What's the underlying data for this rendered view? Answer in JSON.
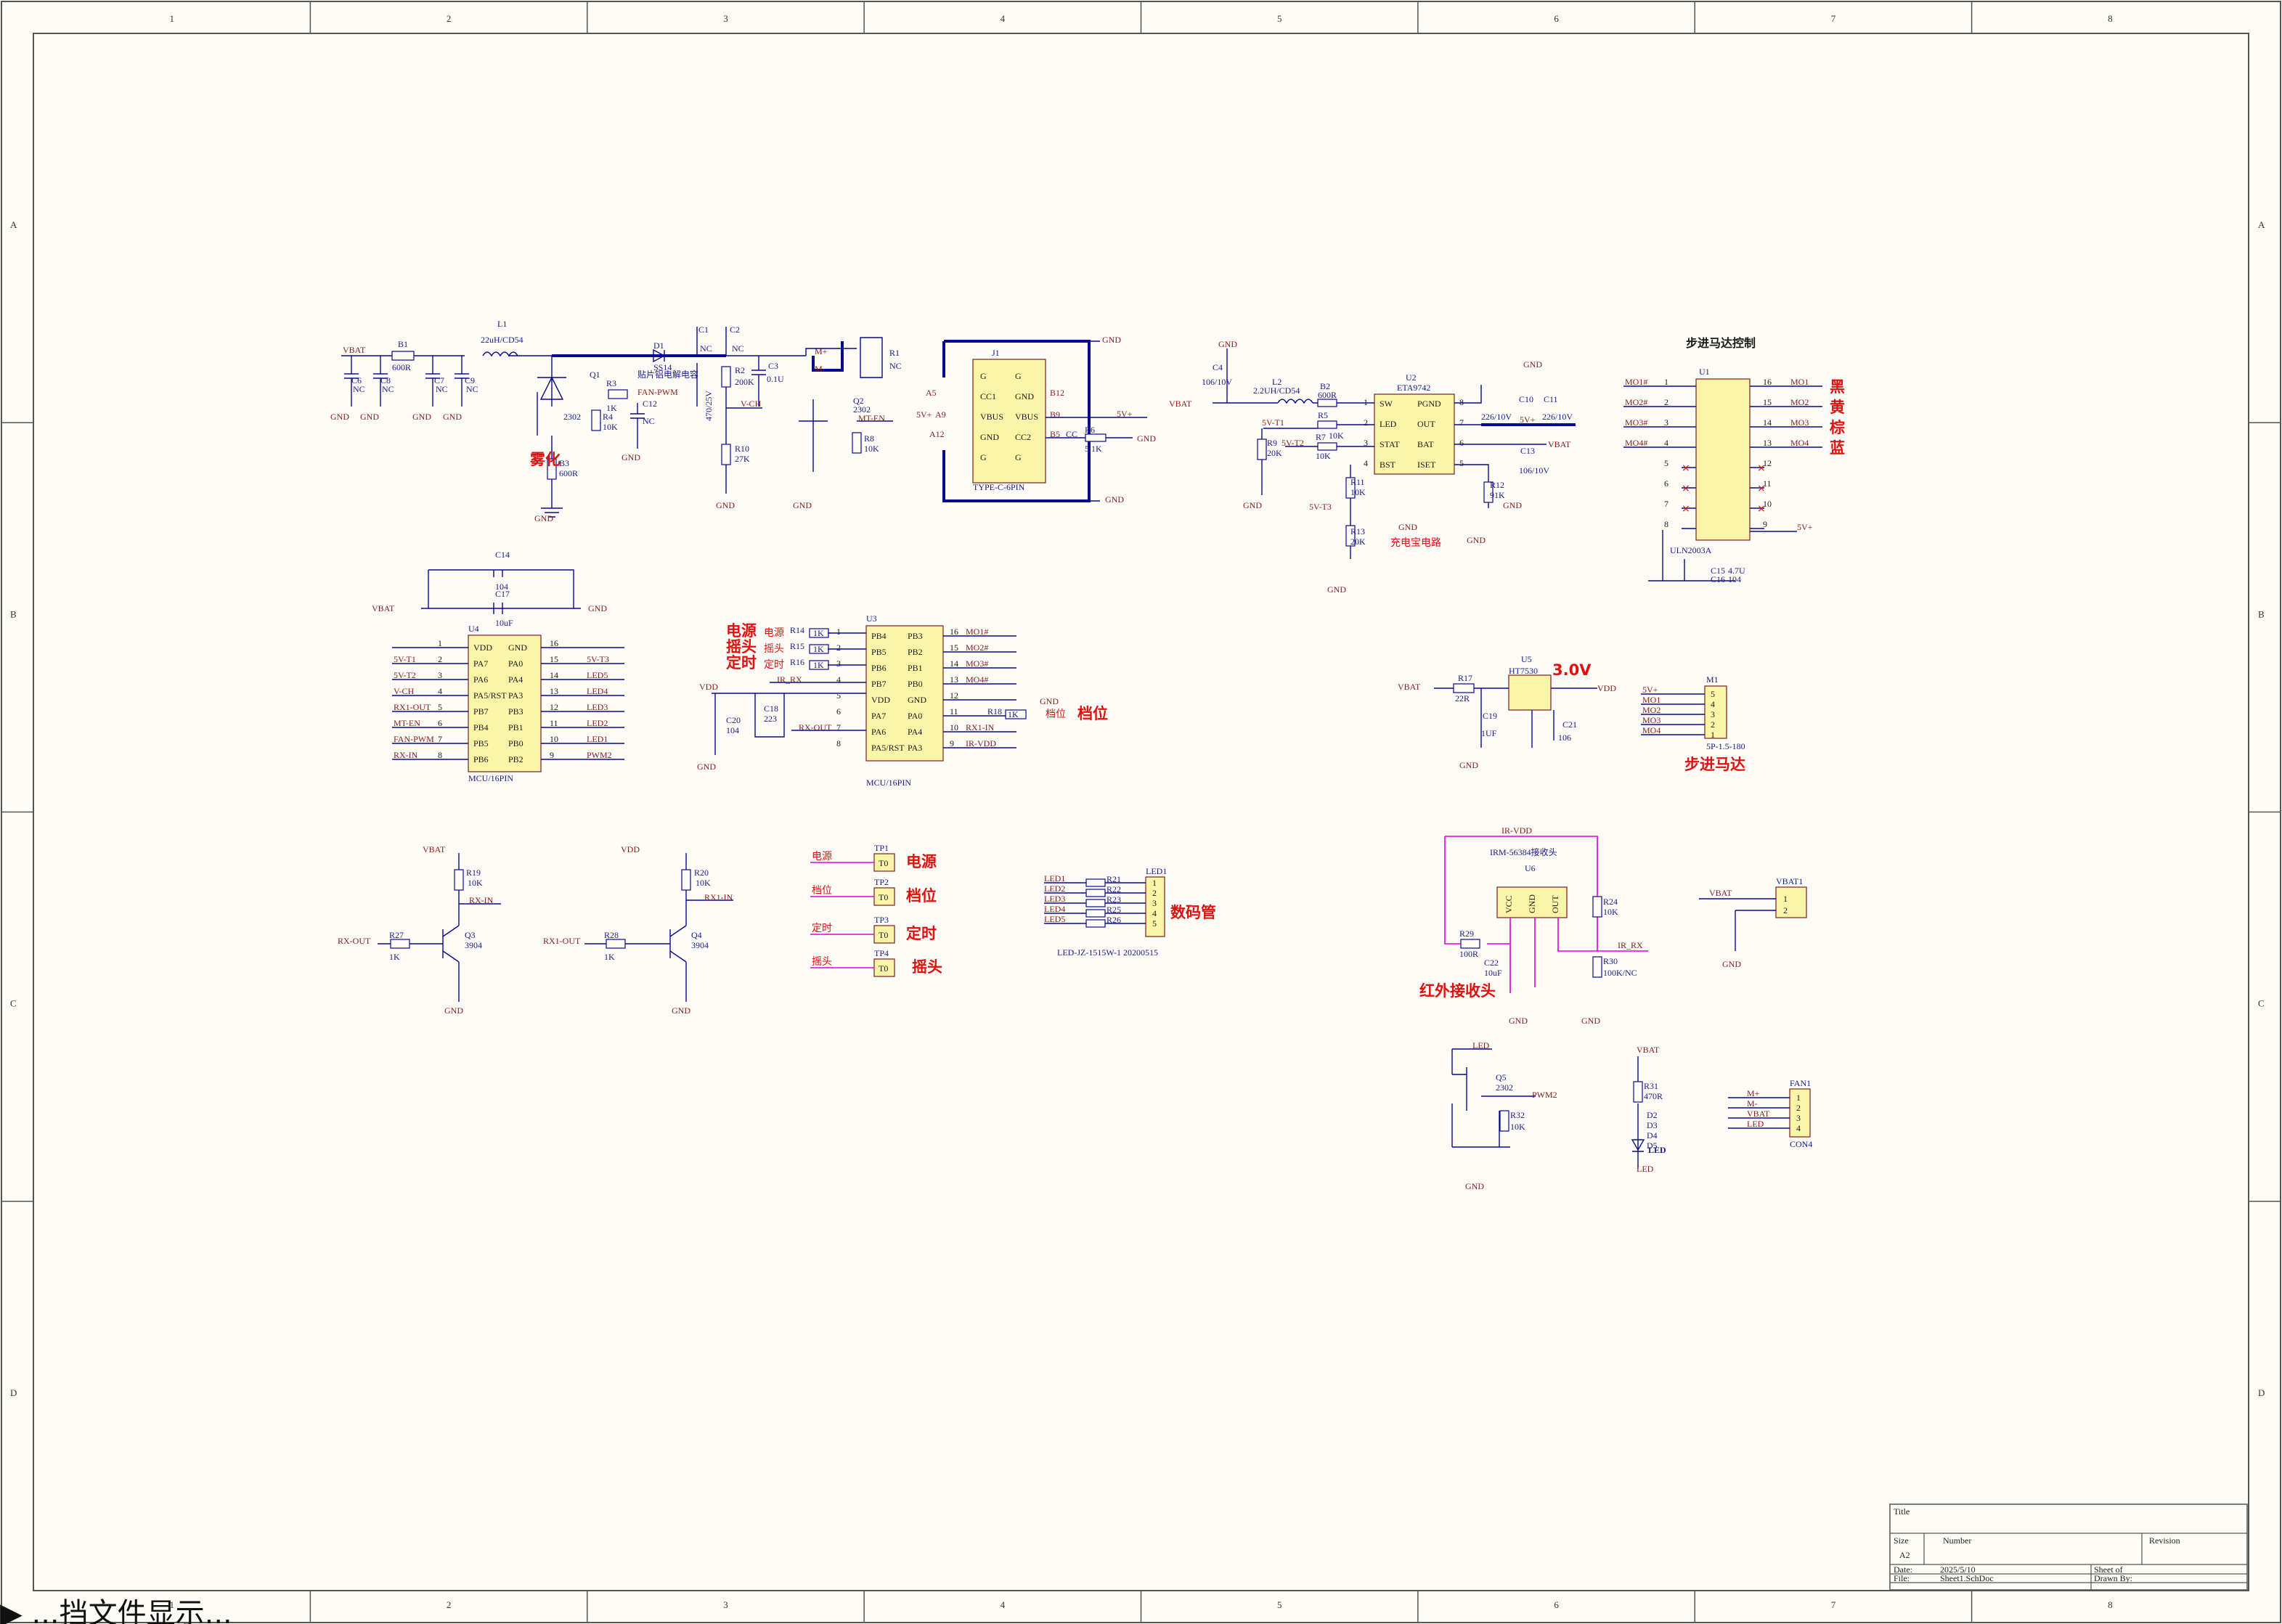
{
  "zones": {
    "columns": [
      "1",
      "2",
      "3",
      "4",
      "5",
      "6",
      "7",
      "8"
    ],
    "rows": [
      "A",
      "B",
      "C",
      "D"
    ]
  },
  "title_block": {
    "title_label": "Title",
    "size_label": "Size",
    "size_value": "A2",
    "number_label": "Number",
    "revision_label": "Revision",
    "date_label": "Date:",
    "date_value": "2025/5/10",
    "file_label": "File:",
    "file_value": "Sheet1.SchDoc",
    "sheet_label": "Sheet    of",
    "drawn_label": "Drawn By:"
  },
  "annotations": {
    "stepper_ctrl": "步进马达控制",
    "black": "黑",
    "yellow": "黄",
    "brown": "棕",
    "blue": "蓝",
    "charger": "充电宝电路",
    "ht_voltage": "3.0V",
    "stepper_motor": "步进马达",
    "power_key": "电源",
    "swing_key": "摇头",
    "timer_key": "定时",
    "gear": "档位",
    "tp_power": "电源",
    "tp_gear": "档位",
    "tp_timer": "定时",
    "tp_swing": "摇头",
    "digit_tube": "数码管",
    "ir_receiver": "红外接收头",
    "ir_part": "IRM-56384接收头",
    "cap_note": "贴片铝电解电容",
    "vert_note": "雾化",
    "led_part": "LED-JZ-1515W-1  20200515",
    "footer_note": "▶  ...挡文件显示..."
  },
  "nets": {
    "vbat": "VBAT",
    "vdd": "VDD",
    "gnd": "GND",
    "v5": "5V+",
    "vch": "V-CH",
    "mten": "MT-EN",
    "fanpwm": "FAN-PWM",
    "irvdd": "IR-VDD",
    "irrx": "IR_RX",
    "rxout": "RX-OUT",
    "rx1out": "RX1-OUT",
    "rxin": "RX-IN",
    "rx1in": "RX1-IN",
    "led": "LED",
    "pwm2": "PWM2",
    "mplus": "M+",
    "mminus": "M-"
  },
  "power_section": {
    "b1": "B1",
    "b1v": "600R",
    "l1": "L1",
    "l1v": "22uH/CD54",
    "c6": "C6",
    "c8": "C8",
    "c7": "C7",
    "c9": "C9",
    "nc": "NC",
    "d1": "D1",
    "d1v": "SS14",
    "c1": "C1",
    "c2": "C2",
    "c3": "C3",
    "c3v": "0.1U",
    "r1": "R1",
    "q1": "Q1",
    "q1v": "2302",
    "r3": "R3",
    "r3v": "1K",
    "r4": "R4",
    "r4v": "10K",
    "c12": "C12",
    "b3": "B3",
    "b3v": "600R",
    "r2": "R2",
    "r2v": "200K",
    "r10": "R10",
    "r10v": "27K",
    "q2": "Q2",
    "q2v": "2302",
    "r8": "R8",
    "r8v": "10K",
    "cap470": "470/25V"
  },
  "usb": {
    "ref": "J1",
    "part": "TYPE-C-6PIN",
    "pins_left": [
      "G",
      "CC1",
      "VBUS",
      "GND",
      "G"
    ],
    "pins_right": [
      "G",
      "GND",
      "VBUS",
      "CC2",
      "G"
    ],
    "pin_nums": [
      "A5",
      "A9",
      "A12",
      "B12",
      "B9",
      "B5"
    ],
    "r6": "R6",
    "r6v": "5.1K",
    "cc": "CC"
  },
  "charger": {
    "ref": "U2",
    "part": "ETA9742",
    "pins_left": [
      "SW",
      "LED",
      "STAT",
      "BST"
    ],
    "pins_right": [
      "PGND",
      "OUT",
      "BAT",
      "ISET"
    ],
    "c4": "C4",
    "c4v": "106/10V",
    "l2": "L2",
    "l2v": "2.2UH/CD54",
    "b2": "B2",
    "b2v": "600R",
    "r5": "R5",
    "r5v": "10K",
    "r7": "R7",
    "r7v": "10K",
    "r9": "R9",
    "r9v": "20K",
    "r11": "R11",
    "r11v": "10K",
    "r13": "R13",
    "r13v": "20K",
    "r12": "R12",
    "r12v": "91K",
    "c10": "C10",
    "c10v": "226/10V",
    "c11": "C11",
    "c11v": "226/10V",
    "c13": "C13",
    "c13v": "106/10V",
    "t1": "5V-T1",
    "t2": "5V-T2",
    "t3": "5V-T3"
  },
  "driver": {
    "ref": "U1",
    "part": "ULN2003A",
    "in_nets": [
      "MO1#",
      "MO2#",
      "MO3#",
      "MO4#"
    ],
    "out_nets": [
      "MO1",
      "MO2",
      "MO3",
      "MO4"
    ],
    "left_nums": [
      "1",
      "2",
      "3",
      "4",
      "5",
      "6",
      "7",
      "8"
    ],
    "right_nums": [
      "16",
      "15",
      "14",
      "13",
      "12",
      "11",
      "10",
      "9"
    ],
    "c15": "C15",
    "c15v": "4.7U",
    "c16": "C16",
    "c16v": "104"
  },
  "mcu1": {
    "ref": "U4",
    "part": "MCU/16PIN",
    "pins_left": [
      "VDD",
      "PA7",
      "PA6",
      "PA5/RST",
      "PB7",
      "PB4",
      "PB5",
      "PB6"
    ],
    "pins_right": [
      "GND",
      "PA0",
      "PA4",
      "PA3",
      "PB3",
      "PB1",
      "PB0",
      "PB2"
    ],
    "left_nums": [
      "1",
      "2",
      "3",
      "4",
      "5",
      "6",
      "7",
      "8"
    ],
    "right_nums": [
      "16",
      "15",
      "14",
      "13",
      "12",
      "11",
      "10",
      "9"
    ],
    "left_nets": [
      "",
      "5V-T1",
      "5V-T2",
      "V-CH",
      "RX1-OUT",
      "MT-EN",
      "FAN-PWM",
      "RX-IN"
    ],
    "right_nets": [
      "",
      "5V-T3",
      "LED5",
      "LED4",
      "LED3",
      "LED2",
      "LED1",
      "PWM2"
    ],
    "c14": "C14",
    "c14v": "104",
    "c17": "C17",
    "c17v": "10uF"
  },
  "mcu2": {
    "ref": "U3",
    "part": "MCU/16PIN",
    "pins_left": [
      "PB4",
      "PB5",
      "PB6",
      "PB7",
      "VDD",
      "PA7",
      "PA6",
      "PA5/RST"
    ],
    "pins_right": [
      "PB3",
      "PB2",
      "PB1",
      "PB0",
      "GND",
      "PA0",
      "PA4",
      "PA3"
    ],
    "right_nets": [
      "MO1#",
      "MO2#",
      "MO3#",
      "MO4#",
      "",
      "RX1-IN",
      "IR-VDD"
    ],
    "r14": "R14",
    "r15": "R15",
    "r16": "R16",
    "r18": "R18",
    "rk": "1K",
    "c18": "C18",
    "c18v": "223",
    "c20": "C20",
    "c20v": "104"
  },
  "regulator": {
    "ref": "U5",
    "part": "HT7530",
    "r17": "R17",
    "r17v": "22R",
    "c19": "C19",
    "c19v": "1UF",
    "c21": "C21",
    "c21v": "106"
  },
  "motor_conn": {
    "ref": "M1",
    "part": "5P-1.5-180",
    "nets": [
      "5V+",
      "MO1",
      "MO2",
      "MO3",
      "MO4"
    ],
    "nums": [
      "5",
      "4",
      "3",
      "2",
      "1"
    ]
  },
  "transistors": {
    "q3": "Q3",
    "q4": "Q4",
    "qv": "3904",
    "r19": "R19",
    "r20": "R20",
    "r27": "R27",
    "r28": "R28",
    "r10k": "10K",
    "r1k": "1K"
  },
  "testpoints": {
    "refs": [
      "TP1",
      "TP2",
      "TP3",
      "TP4"
    ],
    "value": "T0",
    "nets": [
      "电源",
      "档位",
      "定时",
      "摇头"
    ]
  },
  "led_tube": {
    "ref": "LED1",
    "nets": [
      "LED1",
      "LED2",
      "LED3",
      "LED4",
      "LED5"
    ],
    "res": [
      "R21",
      "R22",
      "R23",
      "R25",
      "R26"
    ],
    "nums": [
      "1",
      "2",
      "3",
      "4",
      "5"
    ]
  },
  "ir": {
    "ref": "U6",
    "pins": [
      "VCC",
      "GND",
      "OUT"
    ],
    "r29": "R29",
    "r29v": "100R",
    "c22": "C22",
    "c22v": "10uF",
    "r24": "R24",
    "r24v": "10K",
    "r30": "R30",
    "r30v": "100K/NC"
  },
  "vbat_conn": {
    "ref": "VBAT1",
    "nums": [
      "1",
      "2"
    ]
  },
  "fan_conn": {
    "ref": "FAN1",
    "part": "CON4",
    "nets": [
      "M+",
      "M-",
      "VBAT",
      "LED"
    ],
    "nums": [
      "1",
      "2",
      "3",
      "4"
    ]
  },
  "led_drv": {
    "q5": "Q5",
    "q5v": "2302",
    "r32": "R32",
    "r32v": "10K",
    "r31": "R31",
    "r31v": "470R",
    "d": [
      "D2",
      "D3",
      "D4",
      "D5"
    ]
  }
}
